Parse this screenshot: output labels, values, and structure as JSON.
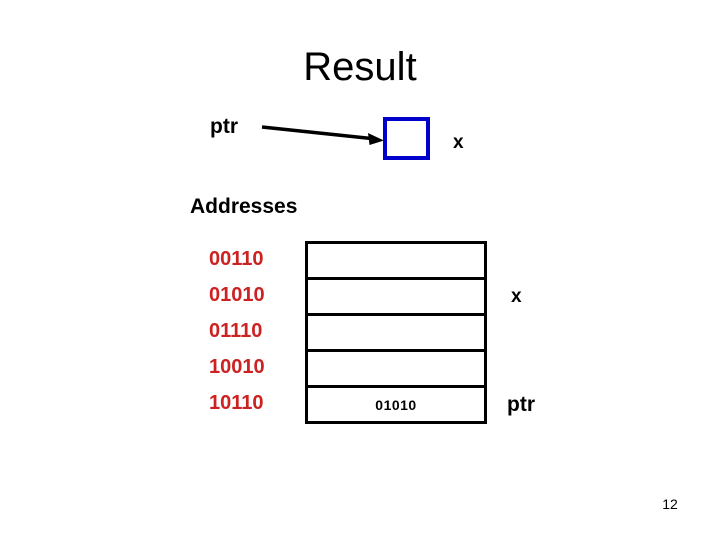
{
  "slide": {
    "title": "Result",
    "page_number": "12",
    "background_color": "#ffffff"
  },
  "colors": {
    "address_red": "#cc2222",
    "box_blue": "#0000cc",
    "line_black": "#000000"
  },
  "pointer_diagram": {
    "pointer_label": "ptr",
    "variable_label": "x",
    "arrow": "arrow-right",
    "box_value": ""
  },
  "memory": {
    "heading": "Addresses",
    "addresses": [
      "00110",
      "01010",
      "01110",
      "10010",
      "10110"
    ],
    "cells": [
      "",
      "",
      "",
      "",
      "01010"
    ],
    "annotations": {
      "x_label": "x",
      "x_row_index": 1,
      "ptr_label": "ptr",
      "ptr_row_index": 4
    }
  }
}
